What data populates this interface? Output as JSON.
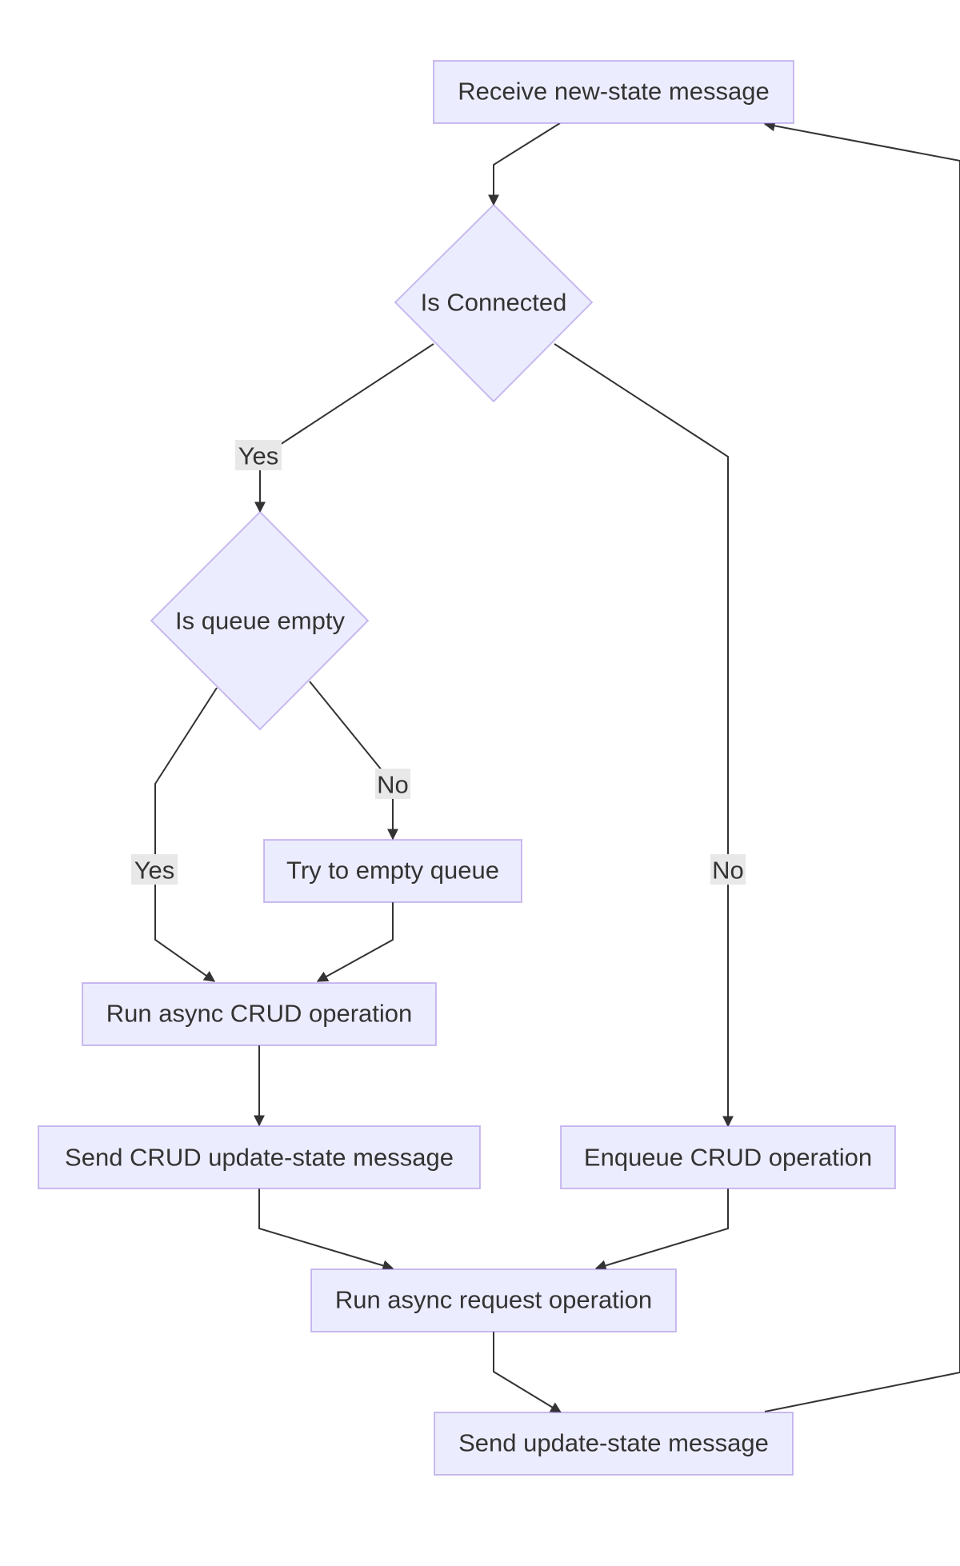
{
  "diagram": {
    "nodes": {
      "receive": "Receive new-state message",
      "is_connected": "Is Connected",
      "is_queue_empty": "Is queue empty",
      "try_empty_queue": "Try to empty queue",
      "run_crud": "Run async CRUD operation",
      "send_crud_update": "Send CRUD update-state message",
      "enqueue_crud": "Enqueue CRUD operation",
      "run_request": "Run async request operation",
      "send_update": "Send update-state message"
    },
    "edge_labels": {
      "connected_yes": "Yes",
      "connected_no": "No",
      "queue_yes": "Yes",
      "queue_no": "No"
    },
    "colors": {
      "node_fill": "#ECECFF",
      "node_stroke": "#9370DB",
      "edge": "#333333",
      "label_bg": "#e8e8e8",
      "text": "#333333"
    }
  }
}
